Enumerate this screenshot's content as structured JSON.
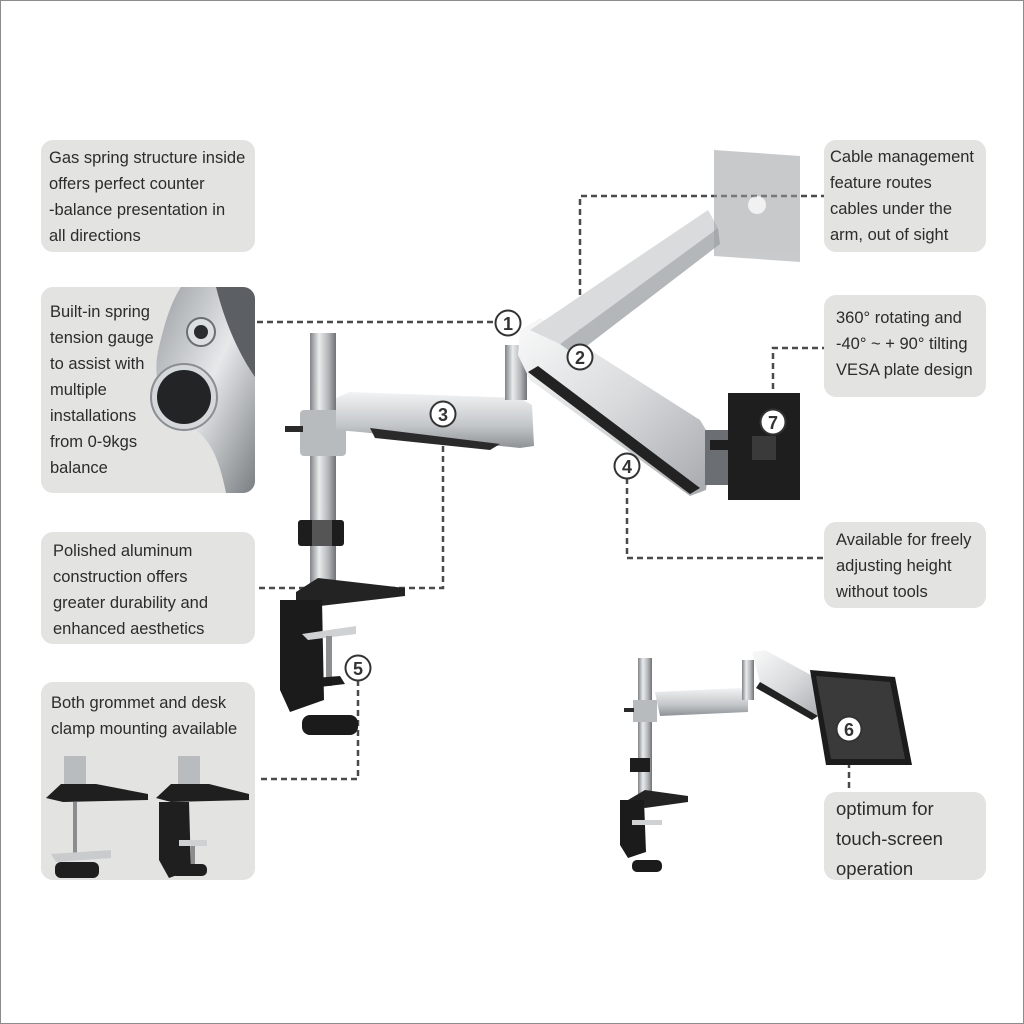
{
  "callouts": {
    "gas_spring": "Gas spring structure inside\noffers perfect counter\n-balance presentation in\nall directions",
    "tension_gauge": "Built-in spring\ntension gauge\nto assist with\nmultiple\ninstallations\nfrom 0-9kgs\nbalance",
    "aluminum": "Polished aluminum\nconstruction offers\ngreater durability and\nenhanced aesthetics",
    "mounting": "Both grommet and desk\nclamp mounting available",
    "cable": "Cable management\nfeature routes\ncables under the\narm, out of sight",
    "rotating": "360° rotating and\n-40° ~ + 90° tilting\nVESA plate design",
    "height": "Available for freely\nadjusting height\nwithout tools",
    "touch": "optimum for\ntouch-screen\noperation"
  },
  "markers": {
    "m1": "1",
    "m2": "2",
    "m3": "3",
    "m4": "4",
    "m5": "5",
    "m6": "6",
    "m7": "7"
  },
  "colors": {
    "callout_bg": "#e3e3e1",
    "leader_line": "#4a4a4a",
    "aluminum": "#c8cacc",
    "black_part": "#1e1e1e"
  }
}
